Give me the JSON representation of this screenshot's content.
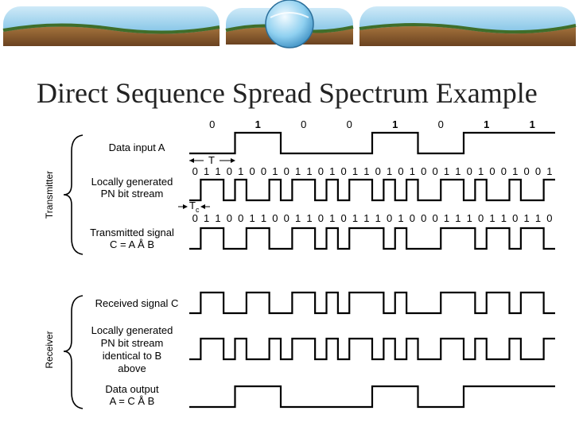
{
  "slide": {
    "title": "Direct Sequence Spread Spectrum Example"
  },
  "colors": {
    "banner_sky": "#5fb2de",
    "banner_land": "#8a5a2b",
    "banner_grass": "#3f6e2a",
    "globe": "#8fd0f0"
  },
  "transmitter": {
    "section_label": "Transmitter",
    "data_input_label": "Data input A",
    "pn_label_1": "Locally generated",
    "pn_label_2": "PN bit stream",
    "tx_label_1": "Transmitted signal",
    "tx_label_2": "C = A Å B",
    "period_T": "T",
    "period_Tc": "T",
    "period_Tc_sub": "c"
  },
  "receiver": {
    "section_label": "Receiver",
    "rx_label": "Received signal C",
    "pn_label_1": "Locally generated",
    "pn_label_2": "PN bit stream",
    "pn_label_3": "identical to B",
    "pn_label_4": "above",
    "out_label_1": "Data output",
    "out_label_2": "A = C Å B"
  },
  "signals": {
    "data_bits": [
      "0",
      "1",
      "0",
      "0",
      "1",
      "0",
      "1",
      "1"
    ],
    "pn_bits": [
      "0",
      "1",
      "1",
      "0",
      "1",
      "0",
      "0",
      "1",
      "0",
      "1",
      "1",
      "0",
      "1",
      "0",
      "1",
      "1",
      "0",
      "1",
      "0",
      "1",
      "0",
      "0",
      "1",
      "1",
      "0",
      "1",
      "0",
      "0",
      "1",
      "0",
      "0",
      "1"
    ],
    "tx_bits": [
      "0",
      "1",
      "1",
      "0",
      "0",
      "1",
      "1",
      "0",
      "0",
      "1",
      "1",
      "0",
      "1",
      "0",
      "1",
      "1",
      "1",
      "0",
      "1",
      "0",
      "0",
      "0",
      "1",
      "1",
      "1",
      "0",
      "1",
      "1",
      "0",
      "1",
      "1",
      "0"
    ]
  }
}
